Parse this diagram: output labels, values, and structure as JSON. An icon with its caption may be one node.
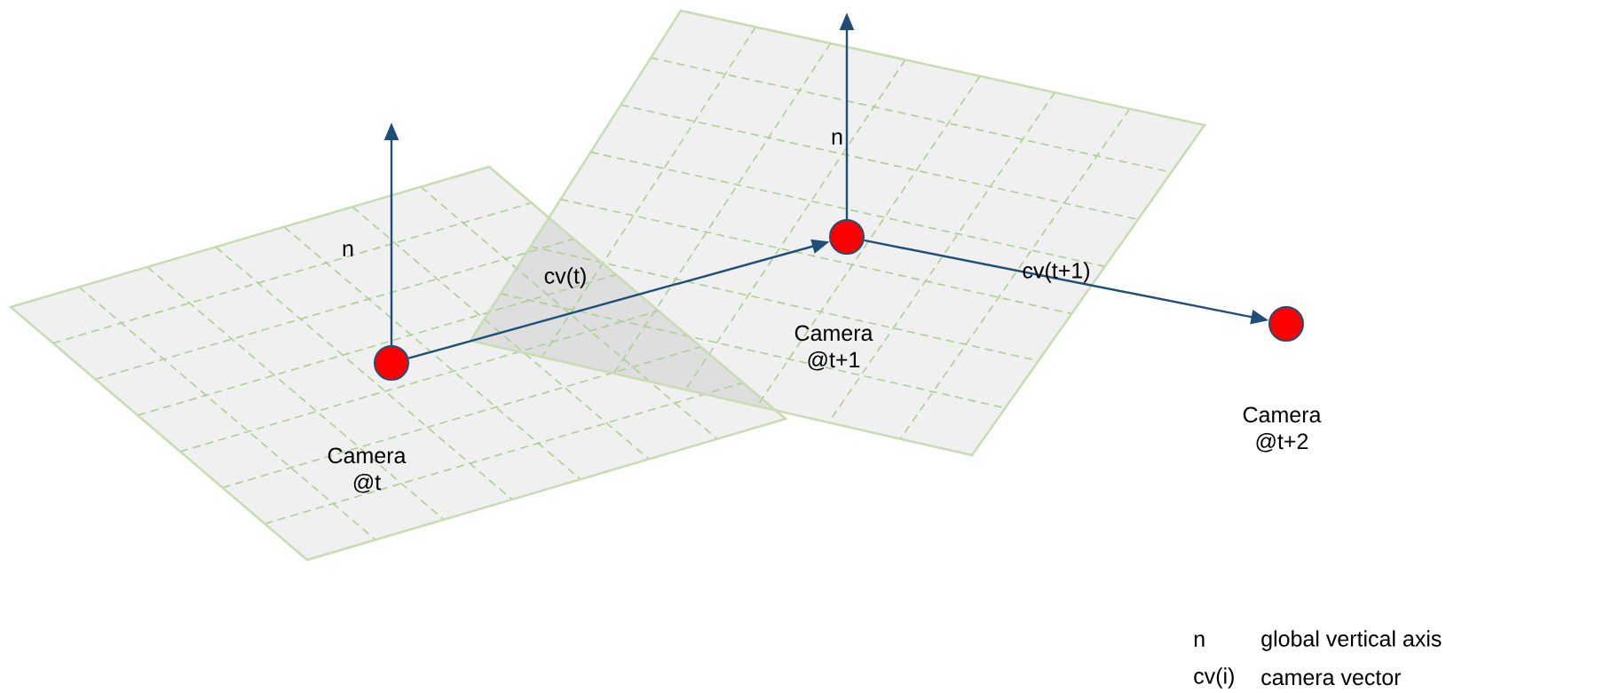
{
  "diagram": {
    "nodes": [
      {
        "text": [],
        "shape": "circle",
        "beside": [
          "Camera @t"
        ]
      },
      {
        "text": [],
        "shape": "circle",
        "beside": [
          "Camera @t+1"
        ]
      },
      {
        "text": [],
        "shape": "circle",
        "beside": [
          "Camera @t+2"
        ]
      }
    ],
    "edges": [
      {
        "from": 0,
        "to": null,
        "arrow": "to",
        "label": "n"
      },
      {
        "from": 0,
        "to": 1,
        "arrow": "to",
        "label": "cv(t)"
      },
      {
        "from": 1,
        "to": null,
        "arrow": "to",
        "label": "n"
      },
      {
        "from": 1,
        "to": 2,
        "arrow": "to",
        "label": "cv(t+1)"
      }
    ],
    "labels": [
      "n",
      "global vertical axis",
      "cv(i)",
      "camera vector"
    ]
  }
}
